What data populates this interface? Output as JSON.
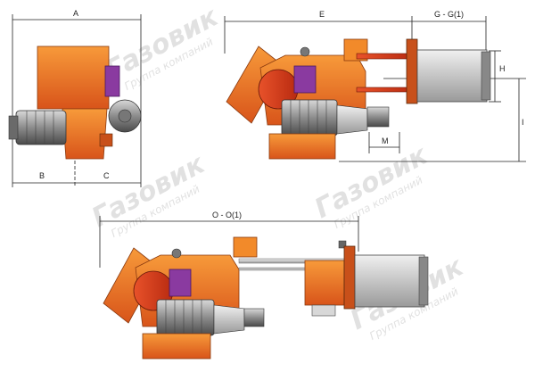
{
  "labels": {
    "A": "A",
    "B": "B",
    "C": "C",
    "E": "E",
    "G": "G - G(1)",
    "H": "H",
    "I": "I",
    "M": "M",
    "O": "O - O(1)"
  },
  "watermark": {
    "brand": "Газовик",
    "tagline": "Группа компаний"
  },
  "colors": {
    "orange": "#f07a1e",
    "orange_dark": "#c8501a",
    "red": "#d8341a",
    "purple": "#8a3aa0",
    "motor_grey": "#8c8c8c",
    "motor_dark": "#555555"
  }
}
